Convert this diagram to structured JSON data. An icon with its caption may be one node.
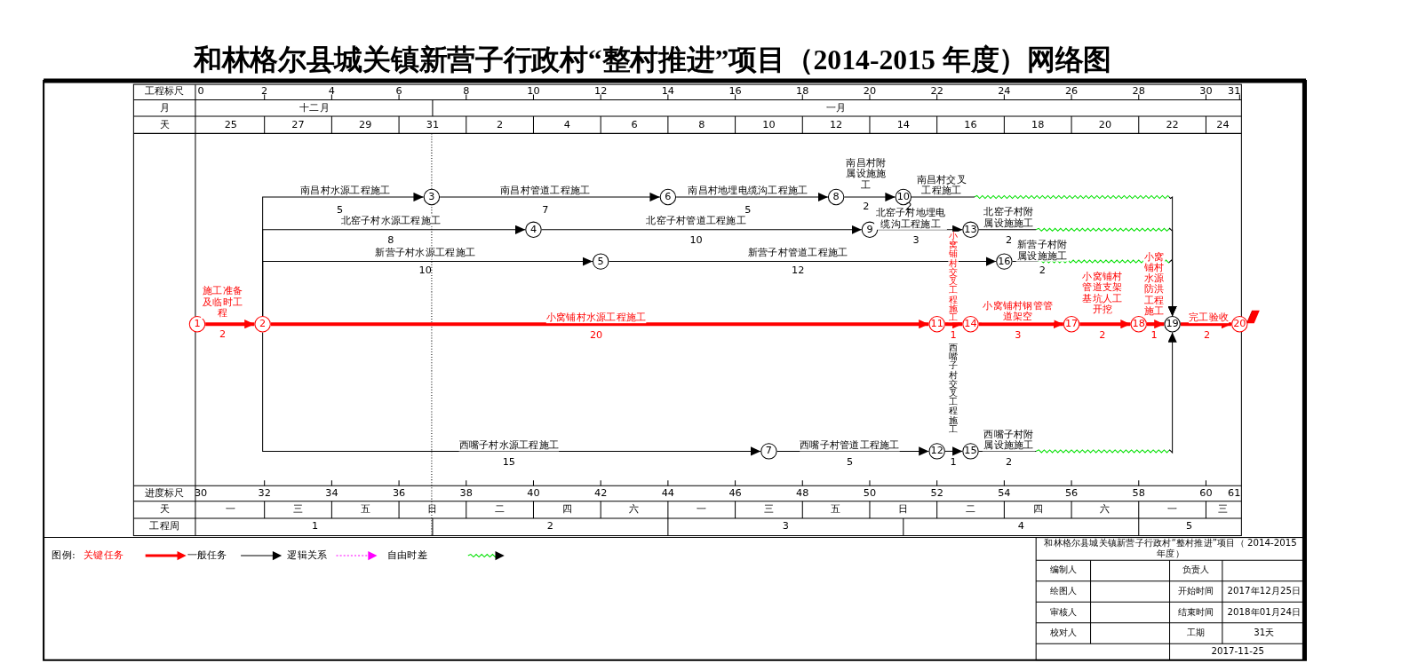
{
  "diagram": {
    "title": "和林格尔县城关镇新营子行政村“整村推进”项目（2014-2015 年度）网络图",
    "nodes": [
      {
        "text": [
          "1"
        ]
      },
      {
        "text": [
          "2"
        ]
      },
      {
        "text": [
          "3"
        ]
      },
      {
        "text": [
          "4"
        ]
      },
      {
        "text": [
          "5"
        ]
      },
      {
        "text": [
          "6"
        ]
      },
      {
        "text": [
          "7"
        ]
      },
      {
        "text": [
          "8"
        ]
      },
      {
        "text": [
          "9"
        ]
      },
      {
        "text": [
          "10"
        ]
      },
      {
        "text": [
          "11"
        ]
      },
      {
        "text": [
          "12"
        ]
      },
      {
        "text": [
          "13"
        ]
      },
      {
        "text": [
          "14"
        ]
      },
      {
        "text": [
          "15"
        ]
      },
      {
        "text": [
          "16"
        ]
      },
      {
        "text": [
          "17"
        ]
      },
      {
        "text": [
          "18"
        ]
      },
      {
        "text": [
          "19"
        ]
      },
      {
        "text": [
          "20"
        ]
      }
    ],
    "edges": [
      {
        "from": 0,
        "to": 1,
        "label": "施工准备及临时工程",
        "arrow": "to",
        "style": "thick",
        "color": "#ff0000"
      },
      {
        "from": 1,
        "to": 2,
        "label": "南昌村水源工程施工",
        "arrow": "to"
      },
      {
        "from": 2,
        "to": 5,
        "label": "南昌村管道工程施工",
        "arrow": "to"
      },
      {
        "from": 5,
        "to": 7,
        "label": "南昌村地埋电缆沟工程施工",
        "arrow": "to"
      },
      {
        "from": 7,
        "to": 9,
        "label": "南昌村附属设施施工",
        "arrow": "to"
      },
      {
        "from": 9,
        "to": 18,
        "label": "南昌村交叉工程施工",
        "arrow": "to"
      },
      {
        "from": 1,
        "to": 3,
        "label": "北窑子村水源工程施工",
        "arrow": "to"
      },
      {
        "from": 3,
        "to": 8,
        "label": "北窑子村管道工程施工",
        "arrow": "to"
      },
      {
        "from": 8,
        "to": 12,
        "label": "北窑子村地埋电缆沟工程施工",
        "arrow": "to"
      },
      {
        "from": 12,
        "to": 18,
        "label": "北窑子村附属设施施工",
        "arrow": "to"
      },
      {
        "from": 1,
        "to": 4,
        "label": "新营子村水源工程施工",
        "arrow": "to"
      },
      {
        "from": 4,
        "to": 15,
        "label": "新营子村管道工程施工",
        "arrow": "to"
      },
      {
        "from": 15,
        "to": 18,
        "label": "新营子村附属设施施工",
        "arrow": "to"
      },
      {
        "from": 1,
        "to": 10,
        "label": "小窝铺村水源工程施工",
        "arrow": "to",
        "style": "thick",
        "color": "#ff0000"
      },
      {
        "from": 10,
        "to": 13,
        "label": "小窝铺村交叉工程施工",
        "arrow": "to",
        "style": "thick",
        "color": "#ff0000"
      },
      {
        "from": 13,
        "to": 16,
        "label": "小窝铺村钢管管道架空",
        "arrow": "to",
        "style": "thick",
        "color": "#ff0000"
      },
      {
        "from": 16,
        "to": 17,
        "label": "小窝铺村管道支架基坑人工开挖",
        "arrow": "to",
        "style": "thick",
        "color": "#ff0000"
      },
      {
        "from": 17,
        "to": 18,
        "label": "小窝铺村水源防洪工程施工",
        "arrow": "to",
        "style": "thick",
        "color": "#ff0000"
      },
      {
        "from": 18,
        "to": 19,
        "label": "完工验收",
        "arrow": "to",
        "style": "thick",
        "color": "#ff0000"
      },
      {
        "from": 1,
        "to": 6,
        "label": "西嘴子村水源工程施工",
        "arrow": "to"
      },
      {
        "from": 6,
        "to": 11,
        "label": "西嘴子村管道工程施工",
        "arrow": "to"
      },
      {
        "from": 11,
        "to": 14,
        "label": "西嘴子村交叉工程施工",
        "arrow": "to"
      },
      {
        "from": 14,
        "to": 18,
        "label": "西嘴子村附属设施施工",
        "arrow": "to"
      }
    ],
    "labels": [
      "工程标尺",
      "0",
      "2",
      "4",
      "6",
      "8",
      "10",
      "12",
      "14",
      "16",
      "18",
      "20",
      "22",
      "24",
      "26",
      "28",
      "30",
      "31",
      "月",
      "十二月",
      "一月",
      "天",
      "25",
      "27",
      "29",
      "31",
      "2",
      "4",
      "6",
      "8",
      "10",
      "12",
      "14",
      "16",
      "18",
      "20",
      "22",
      "24",
      "2",
      "5",
      "7",
      "5",
      "2",
      "2",
      "8",
      "10",
      "3",
      "2",
      "10",
      "12",
      "2",
      "20",
      "1",
      "3",
      "2",
      "1",
      "2",
      "15",
      "5",
      "1",
      "2",
      "进度标尺",
      "30",
      "32",
      "34",
      "36",
      "38",
      "40",
      "42",
      "44",
      "46",
      "48",
      "50",
      "52",
      "54",
      "56",
      "58",
      "60",
      "61",
      "天",
      "一",
      "三",
      "五",
      "日",
      "二",
      "四",
      "六",
      "一",
      "三",
      "五",
      "日",
      "二",
      "四",
      "六",
      "一",
      "三",
      "工程周",
      "1",
      "2",
      "3",
      "4",
      "5",
      "图例:",
      "和林格尔县城关镇新营子行政村“整村推进”项目（ 2014-2015 年度）",
      "编制人",
      "负责人",
      "绘图人",
      "开始时间",
      "2017年12月25日",
      "审核人",
      "结束时间",
      "2018年01月24日",
      "校对人",
      "工期",
      "31天",
      "2017-11-25"
    ],
    "legend": [
      {
        "text": "关键任务"
      },
      {
        "text": "一般任务"
      },
      {
        "text": "逻辑关系"
      },
      {
        "text": "自由时差"
      }
    ]
  }
}
